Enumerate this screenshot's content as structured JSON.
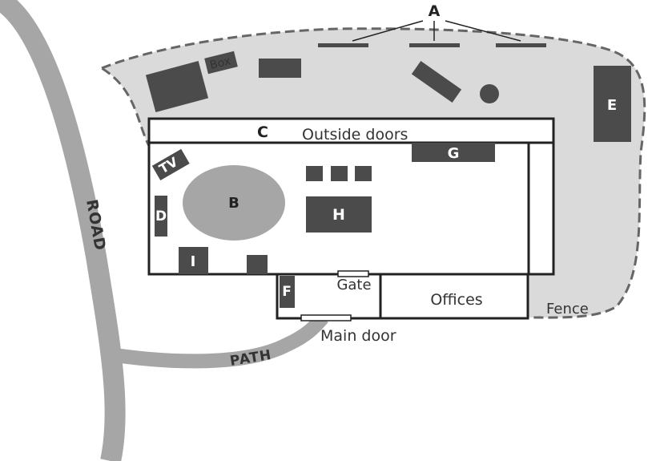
{
  "colors": {
    "yard": "#dadada",
    "fence": "#666666",
    "furniture": "#4b4b4b",
    "table": "#a6a6a6",
    "road": "#a6a6a6",
    "outline": "#222222",
    "white": "#ffffff"
  },
  "labels": {
    "a": "A",
    "b": "B",
    "c": "C",
    "d": "D",
    "e": "E",
    "f": "F",
    "g": "G",
    "h": "H",
    "i": "I",
    "box": "Box",
    "tv": "TV",
    "outside_doors": "Outside doors",
    "gate": "Gate",
    "offices": "Offices",
    "fence": "Fence",
    "main_door": "Main door",
    "path": "PATH",
    "road": "ROAD"
  }
}
